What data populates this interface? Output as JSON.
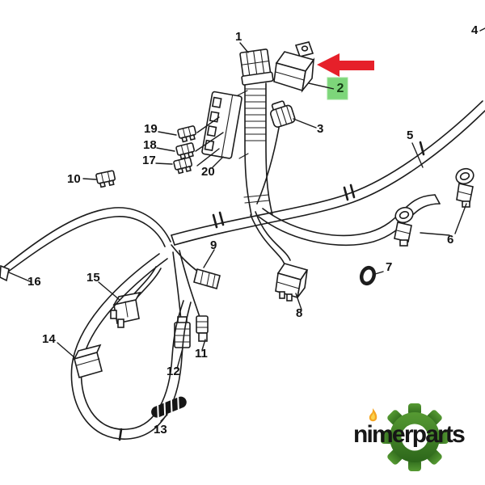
{
  "diagram": {
    "type": "exploded-parts-diagram",
    "callouts": [
      {
        "label": "1"
      },
      {
        "label": "2"
      },
      {
        "label": "3"
      },
      {
        "label": "4"
      },
      {
        "label": "5"
      },
      {
        "label": "6"
      },
      {
        "label": "7"
      },
      {
        "label": "8"
      },
      {
        "label": "9"
      },
      {
        "label": "10"
      },
      {
        "label": "11"
      },
      {
        "label": "12"
      },
      {
        "label": "13"
      },
      {
        "label": "14"
      },
      {
        "label": "15"
      },
      {
        "label": "16"
      },
      {
        "label": "17"
      },
      {
        "label": "18"
      },
      {
        "label": "19"
      },
      {
        "label": "20"
      }
    ],
    "highlight": {
      "label": "2",
      "box_color": "#7dd67a",
      "box_border_color": "#9ce398",
      "arrow_color": "#e6202a",
      "line_color": "#1c1c1c"
    }
  },
  "branding": {
    "logo_text": "nimerparts",
    "text_color": "#161616",
    "gear_color_light": "#569a33",
    "gear_color_dark": "#2c661a",
    "flame_color": "#f5a623"
  }
}
